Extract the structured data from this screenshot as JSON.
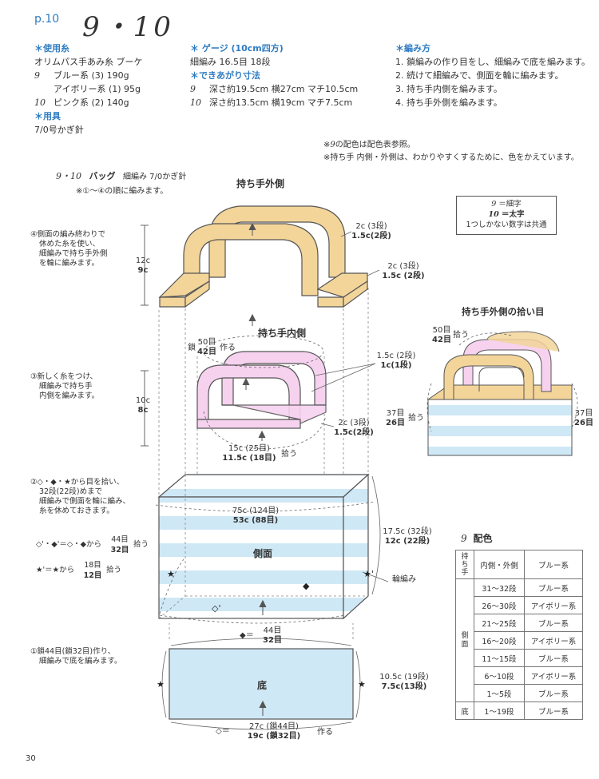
{
  "header": {
    "page_ref": "p.10",
    "title": "9・10"
  },
  "materials": {
    "heading": "＊使用糸",
    "line1": "オリムパス手あみ糸 ブーケ",
    "n9": "9",
    "blue": "ブルー系 (3) 190g",
    "ivory": "アイボリー系 (1) 95g",
    "n10": "10",
    "pink": "ピンク系 (2) 140g",
    "tools_heading": "＊用具",
    "tools": "7/0号かぎ針"
  },
  "gauge": {
    "heading": "＊ ゲージ (10cm四方)",
    "text": "細編み 16.5目 18段",
    "size_heading": "＊できあがり寸法",
    "n9": "9",
    "size9": "深さ約19.5cm 横27cm マチ10.5cm",
    "n10": "10",
    "size10": "深さ約13.5cm 横19cm マチ7.5cm"
  },
  "method": {
    "heading": "＊編み方",
    "steps": [
      "1. 鎖編みの作り目をし、細編みで底を編みます。",
      "2. 続けて細編みで、側面を輪に編みます。",
      "3. 持ち手内側を編みます。",
      "4. 持ち手外側を編みます。"
    ]
  },
  "notes": {
    "n1_num": "9",
    "n1": "の配色は配色表参照。",
    "n1_prefix": "※",
    "n2": "※持ち手 内側・外側は、わかりやすくするために、色をかえています。"
  },
  "diagram": {
    "title_num": "9・10",
    "title": "バッグ",
    "title_sub": "細編み 7/0かぎ針",
    "order": "※①〜④の順に編みます。",
    "handle_outer": "持ち手外側",
    "handle_inner": "持ち手内側",
    "side": "側面",
    "bottom": "底",
    "step4": [
      "④側面の編み終わりで",
      "休めた糸を使い、",
      "細編みで持ち手外側",
      "を輪に編みます。"
    ],
    "step3": [
      "③新しく糸をつけ、",
      "細編みで持ち手",
      "内側を編みます。"
    ],
    "step2": [
      "②◇・◆・★から目を拾い、",
      "32段(22段)めまで",
      "細編みで側面を輪に編み、",
      "糸を休めておきます。"
    ],
    "step2a": "◇'・◆'＝◇・◆から",
    "step2a_top": "44目",
    "step2a_bot": "32目",
    "step2a_tail": "拾う",
    "step2b": "★'＝★から",
    "step2b_top": "18目",
    "step2b_bot": "12目",
    "step2b_tail": "拾う",
    "step1": [
      "①鎖44目(鎖32目)作り、",
      "細編みで底を編みます。"
    ],
    "h12_a": "12c",
    "h12_b": "9c",
    "h10_a": "10c",
    "h10_b": "8c",
    "o_w_a": "2c (3段)",
    "o_w_b": "1.5c(2段)",
    "o_w2_a": "2c (3段)",
    "o_w2_b": "1.5c (2段)",
    "i_chain": "鎖",
    "i_top_a": "50目",
    "i_top_b": "42目",
    "i_make": "作る",
    "i_w_a": "1.5c (2段)",
    "i_w_b": "1c(1段)",
    "i_w2_a": "2c (3段)",
    "i_w2_b": "1.5c(2段)",
    "i_bot_a": "15c (25目)",
    "i_bot_b": "11.5c (18目)",
    "i_pick": "拾う",
    "s_w_a": "75c (124目)",
    "s_w_b": "53c (88目)",
    "s_h_a": "17.5c (32段)",
    "s_h_b": "12c (22段)",
    "s_ring": "輪編み",
    "b_top_mark": "◆＝",
    "b_top_a": "44目",
    "b_top_b": "32目",
    "b_right_a": "10.5c (19段)",
    "b_right_b": "7.5c(13段)",
    "b_bot_mark": "◇＝",
    "b_bot_a": "27c (鎖44目)",
    "b_bot_b": "19c (鎖32目)",
    "b_make": "作る"
  },
  "legend": {
    "l1_num": "9",
    "l1": "＝細字",
    "l2_num": "10",
    "l2": "＝太字",
    "l3": "1つしかない数字は共通"
  },
  "pickup": {
    "title": "持ち手外側の拾い目",
    "top_a": "50目",
    "top_b": "42目",
    "top_pick": "拾う",
    "left_a": "37目",
    "left_b": "26目",
    "left_pick": "拾う",
    "right_a": "37目",
    "right_b": "26目"
  },
  "color_table": {
    "title_num": "9",
    "title": "配色",
    "head_a": "持ち手",
    "head_b": "内側・外側",
    "head_c": "ブルー系",
    "side_label": "側面",
    "bottom_label": "底",
    "rows": [
      {
        "r": "31〜32段",
        "c": "ブルー系"
      },
      {
        "r": "26〜30段",
        "c": "アイボリー系"
      },
      {
        "r": "21〜25段",
        "c": "ブルー系"
      },
      {
        "r": "16〜20段",
        "c": "アイボリー系"
      },
      {
        "r": "11〜15段",
        "c": "ブルー系"
      },
      {
        "r": "6〜10段",
        "c": "アイボリー系"
      },
      {
        "r": "1〜5段",
        "c": "ブルー系"
      }
    ],
    "bottom_row": {
      "r": "1〜19段",
      "c": "ブルー系"
    }
  },
  "footer": {
    "page_number": "30"
  },
  "colors": {
    "blue": "#2f7cc1",
    "handle_outer": "#f3d59a",
    "handle_inner": "#f6d2ef",
    "stripe": "#cfe8f6"
  }
}
